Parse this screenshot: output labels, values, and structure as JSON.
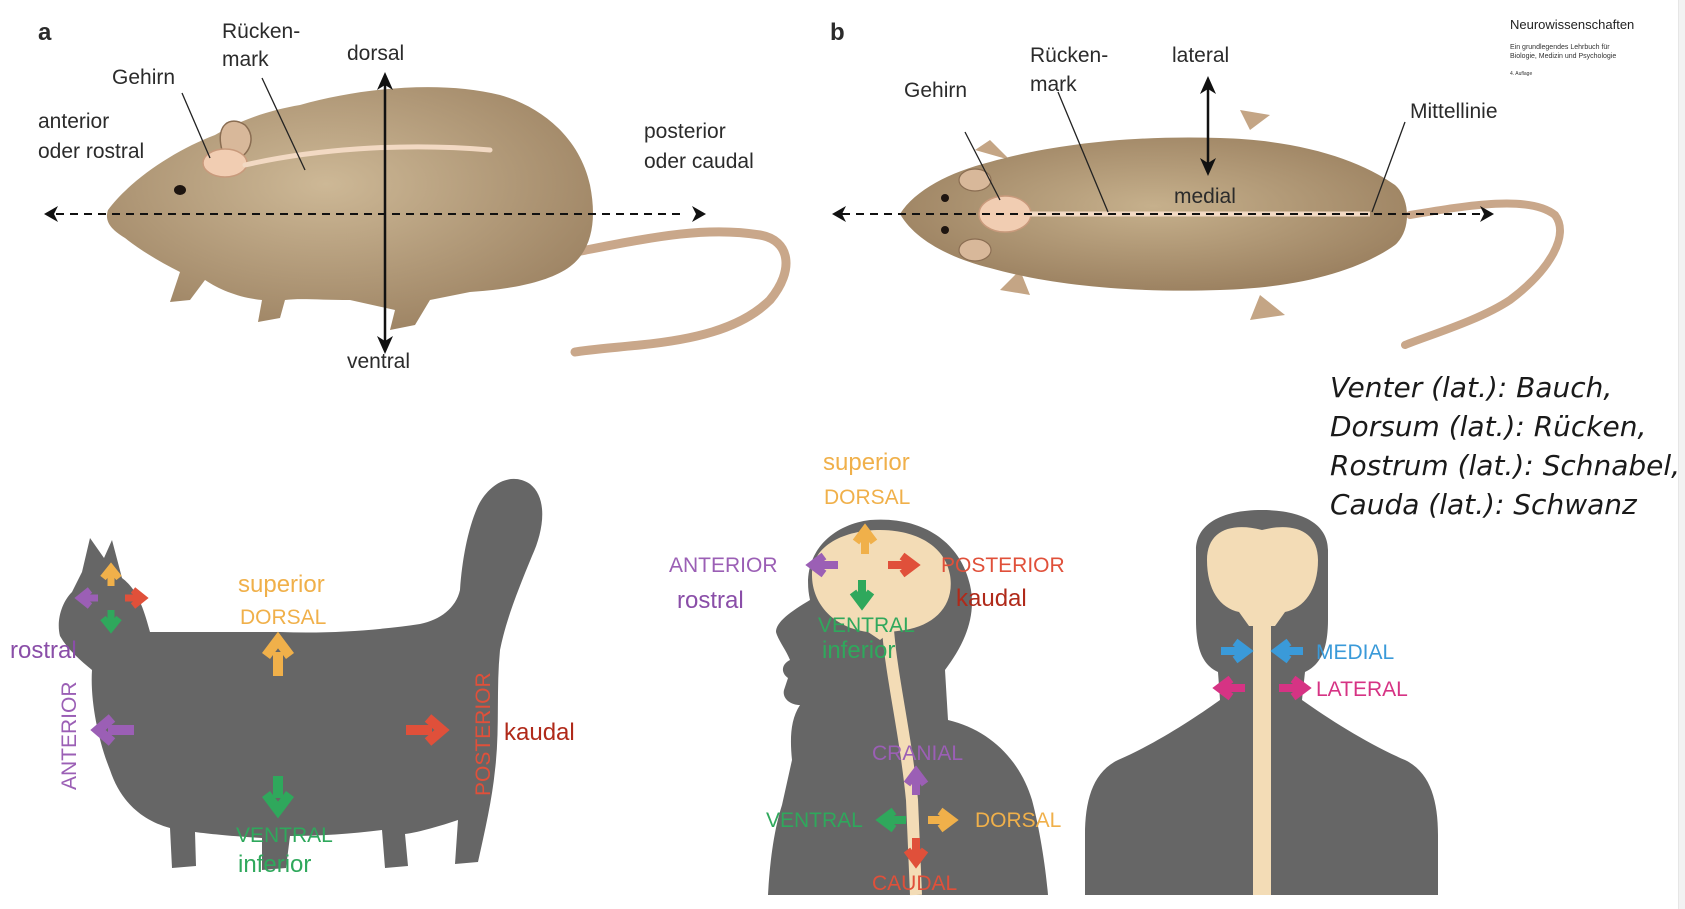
{
  "colors": {
    "superior": "#f0b04a",
    "anterior": "#9b5fb5",
    "posterior": "#e0503a",
    "caudal_word": "#b02a1a",
    "ventral": "#2fa85c",
    "medial": "#3a9ad9",
    "lateral": "#d63384",
    "silhouette": "#666666",
    "spine": "#f3dcb6",
    "rat_fur": "#b79e7c"
  },
  "publisher": {
    "title": "Neurowissenschaften",
    "subtitle_line1": "Ein grundlegendes Lehrbuch für",
    "subtitle_line2": "Biologie, Medizin und Psychologie",
    "edition": "4. Auflage"
  },
  "panel_a": {
    "letter": "a",
    "gehirn": "Gehirn",
    "ruecken_1": "Rücken-",
    "ruecken_2": "mark",
    "dorsal": "dorsal",
    "ventral": "ventral",
    "anterior_1": "anterior",
    "anterior_2": "oder rostral",
    "posterior_1": "posterior",
    "posterior_2": "oder caudal"
  },
  "panel_b": {
    "letter": "b",
    "gehirn": "Gehirn",
    "ruecken_1": "Rücken-",
    "ruecken_2": "mark",
    "lateral": "lateral",
    "medial": "medial",
    "mittellinie": "Mittellinie"
  },
  "note": {
    "line1": "Venter (lat.): Bauch,",
    "line2": "Dorsum (lat.): Rücken,",
    "line3": "Rostrum (lat.): Schnabel,",
    "line4": "Cauda (lat.): Schwanz"
  },
  "cat": {
    "superior": "superior",
    "dorsal": "DORSAL",
    "rostral": "rostral",
    "anterior": "ANTERIOR",
    "posterior": "POSTERIOR",
    "kaudal": "kaudal",
    "ventral": "VENTRAL",
    "inferior": "inferior"
  },
  "human_side": {
    "superior": "superior",
    "dorsal_top": "DORSAL",
    "anterior": "ANTERIOR",
    "rostral": "rostral",
    "posterior": "POSTERIOR",
    "kaudal": "kaudal",
    "ventral": "VENTRAL",
    "inferior": "inferior",
    "cranial": "CRANIAL",
    "ventral_low": "VENTRAL",
    "dorsal_low": "DORSAL",
    "caudal": "CAUDAL"
  },
  "human_front": {
    "medial": "MEDIAL",
    "lateral": "LATERAL"
  }
}
